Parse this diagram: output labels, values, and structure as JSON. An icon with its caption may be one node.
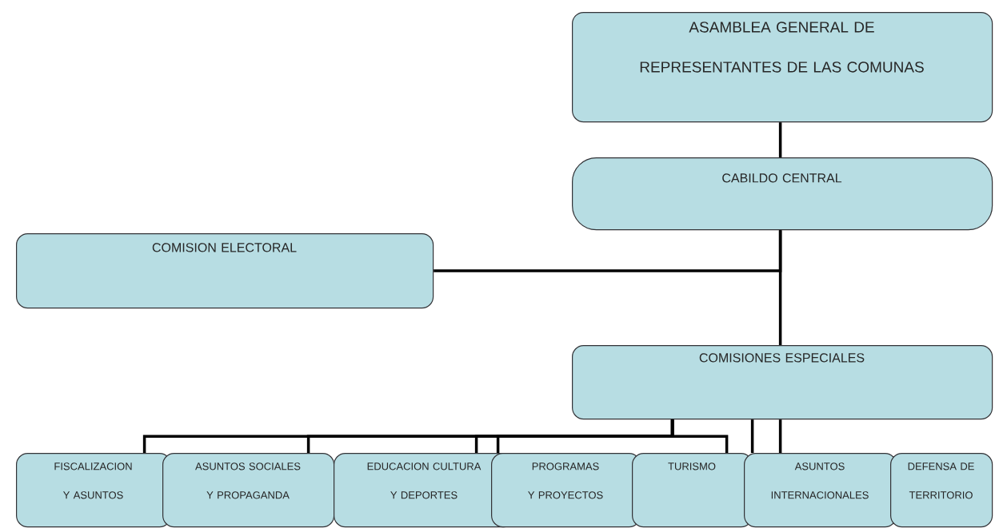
{
  "diagram": {
    "nodes": [
      {
        "text": [
          "ASAMBLEA GENERAL DE REPRESENTANTES DE LAS COMUNAS"
        ]
      },
      {
        "text": [
          "CABILDO CENTRAL"
        ]
      },
      {
        "text": [
          "COMISION ELECTORAL"
        ]
      },
      {
        "text": [
          "COMISIONES ESPECIALES"
        ]
      },
      {
        "text": [
          "FISCALIZACION Y ASUNTOS"
        ]
      },
      {
        "text": [
          "ASUNTOS SOCIALES Y PROPAGANDA"
        ]
      },
      {
        "text": [
          "EDUCACION CULTURA Y DEPORTES"
        ]
      },
      {
        "text": [
          "PROGRAMAS Y PROYECTOS"
        ]
      },
      {
        "text": [
          "TURISMO"
        ]
      },
      {
        "text": [
          "ASUNTOS INTERNACIONALES"
        ]
      },
      {
        "text": [
          "DEFENSA DE TERRITORIO"
        ]
      }
    ],
    "edges": [
      {
        "from": 0,
        "to": 1,
        "arrow": "none"
      },
      {
        "from": 1,
        "to": 3,
        "arrow": "none"
      },
      {
        "from": 2,
        "to": 1,
        "arrow": "none"
      },
      {
        "from": 3,
        "to": 4,
        "arrow": "none"
      },
      {
        "from": 3,
        "to": 5,
        "arrow": "none"
      },
      {
        "from": 3,
        "to": 6,
        "arrow": "none"
      },
      {
        "from": 3,
        "to": 7,
        "arrow": "none"
      },
      {
        "from": 3,
        "to": 8,
        "arrow": "none"
      },
      {
        "from": 3,
        "to": 9,
        "arrow": "none"
      },
      {
        "from": 3,
        "to": 9,
        "arrow": "none"
      }
    ]
  }
}
